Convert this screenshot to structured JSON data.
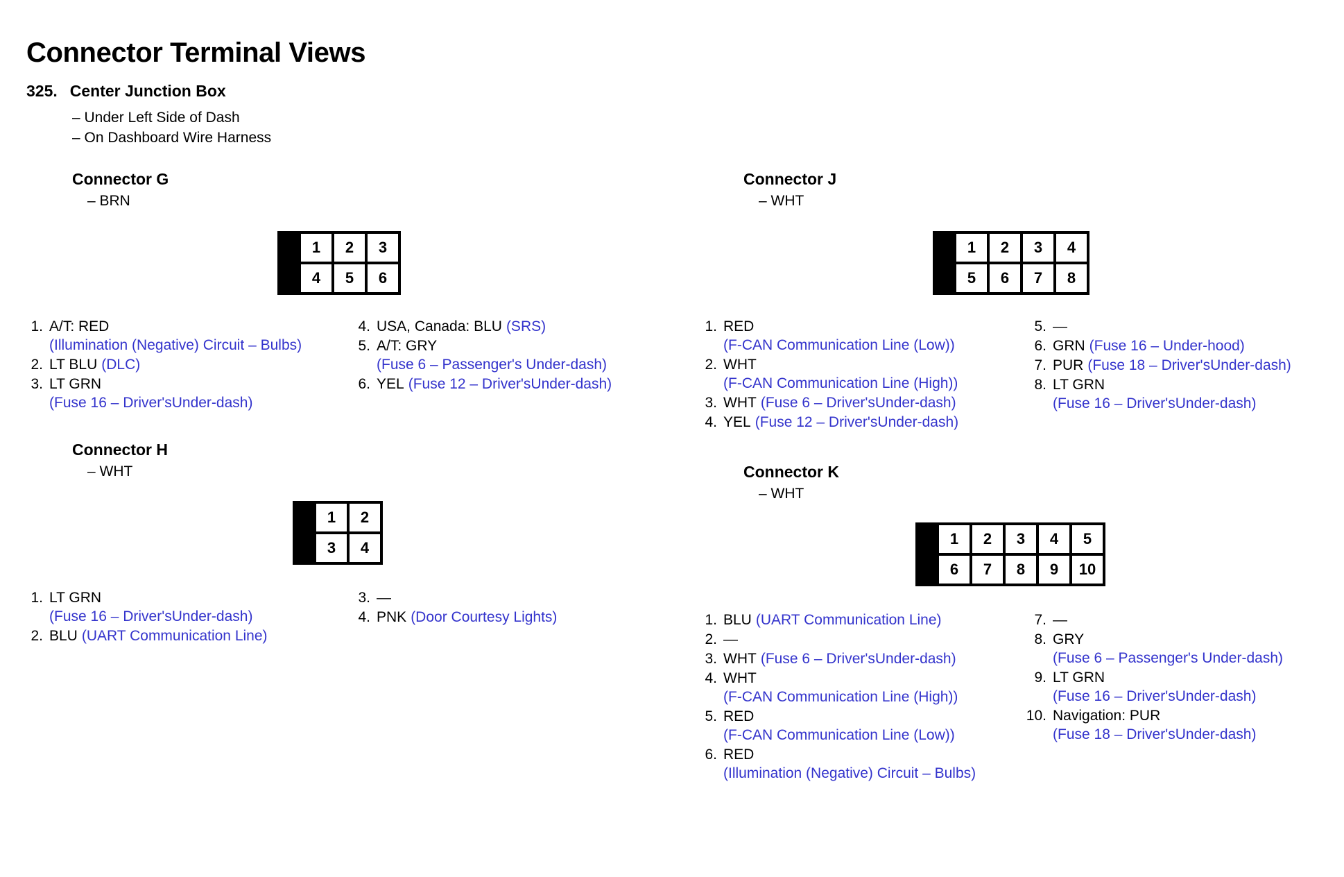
{
  "document": {
    "title": "Connector Terminal Views",
    "section_number": "325.",
    "section_name": "Center Junction Box",
    "locations": [
      "– Under Left Side of Dash",
      "– On Dashboard Wire Harness"
    ]
  },
  "colors": {
    "description_blue": "#3333cc",
    "text_black": "#000000",
    "connector_body": "#000000",
    "page_background": "#ffffff"
  },
  "connectors": {
    "G": {
      "title": "Connector G",
      "color_code": "– BRN",
      "grid": {
        "rows": [
          [
            "1",
            "2",
            "3"
          ],
          [
            "4",
            "5",
            "6"
          ]
        ]
      },
      "pins_left": [
        {
          "num": "1.",
          "main": "A/T: RED",
          "desc": "(Illumination (Negative) Circuit – Bulbs)",
          "inline": false
        },
        {
          "num": "2.",
          "main": "LT BLU",
          "desc": "(DLC)",
          "inline": true
        },
        {
          "num": "3.",
          "main": "LT GRN",
          "desc": "(Fuse 16 – Driver'sUnder-dash)",
          "inline": false
        }
      ],
      "pins_right": [
        {
          "num": "4.",
          "main": "USA, Canada: BLU",
          "desc": "(SRS)",
          "inline": true
        },
        {
          "num": "5.",
          "main": "A/T: GRY",
          "desc": "(Fuse 6 – Passenger's Under-dash)",
          "inline": false
        },
        {
          "num": "6.",
          "main": "YEL",
          "desc": "(Fuse 12 – Driver'sUnder-dash)",
          "inline": true
        }
      ]
    },
    "H": {
      "title": "Connector H",
      "color_code": "– WHT",
      "grid": {
        "rows": [
          [
            "1",
            "2"
          ],
          [
            "3",
            "4"
          ]
        ]
      },
      "pins_left": [
        {
          "num": "1.",
          "main": "LT GRN",
          "desc": "(Fuse 16 – Driver'sUnder-dash)",
          "inline": false
        },
        {
          "num": "2.",
          "main": "BLU",
          "desc": "(UART Communication Line)",
          "inline": true
        }
      ],
      "pins_right": [
        {
          "num": "3.",
          "main": "—",
          "desc": "",
          "inline": true
        },
        {
          "num": "4.",
          "main": "PNK",
          "desc": "(Door Courtesy Lights)",
          "inline": true
        }
      ]
    },
    "J": {
      "title": "Connector J",
      "color_code": "– WHT",
      "grid": {
        "rows": [
          [
            "1",
            "2",
            "3",
            "4"
          ],
          [
            "5",
            "6",
            "7",
            "8"
          ]
        ]
      },
      "pins_left": [
        {
          "num": "1.",
          "main": "RED",
          "desc": "(F-CAN Communication Line (Low))",
          "inline": false
        },
        {
          "num": "2.",
          "main": "WHT",
          "desc": "(F-CAN Communication Line (High))",
          "inline": false
        },
        {
          "num": "3.",
          "main": "WHT",
          "desc": "(Fuse 6 – Driver'sUnder-dash)",
          "inline": true
        },
        {
          "num": "4.",
          "main": "YEL",
          "desc": "(Fuse 12 – Driver'sUnder-dash)",
          "inline": true
        }
      ],
      "pins_right": [
        {
          "num": "5.",
          "main": "—",
          "desc": "",
          "inline": true
        },
        {
          "num": "6.",
          "main": "GRN",
          "desc": "(Fuse 16 – Under-hood)",
          "inline": true
        },
        {
          "num": "7.",
          "main": "PUR",
          "desc": "(Fuse 18 – Driver'sUnder-dash)",
          "inline": true
        },
        {
          "num": "8.",
          "main": "LT GRN",
          "desc": "(Fuse 16 – Driver'sUnder-dash)",
          "inline": false
        }
      ]
    },
    "K": {
      "title": "Connector K",
      "color_code": "– WHT",
      "grid": {
        "rows": [
          [
            "1",
            "2",
            "3",
            "4",
            "5"
          ],
          [
            "6",
            "7",
            "8",
            "9",
            "10"
          ]
        ]
      },
      "pins_left": [
        {
          "num": "1.",
          "main": "BLU",
          "desc": "(UART Communication Line)",
          "inline": true
        },
        {
          "num": "2.",
          "main": "—",
          "desc": "",
          "inline": true
        },
        {
          "num": "3.",
          "main": "WHT",
          "desc": "(Fuse 6 – Driver'sUnder-dash)",
          "inline": true
        },
        {
          "num": "4.",
          "main": "WHT",
          "desc": "(F-CAN Communication Line (High))",
          "inline": false
        },
        {
          "num": "5.",
          "main": "RED",
          "desc": "(F-CAN Communication Line (Low))",
          "inline": false
        },
        {
          "num": "6.",
          "main": "RED",
          "desc": "(Illumination (Negative) Circuit – Bulbs)",
          "inline": false
        }
      ],
      "pins_right": [
        {
          "num": "7.",
          "main": "—",
          "desc": "",
          "inline": true
        },
        {
          "num": "8.",
          "main": "GRY",
          "desc": "(Fuse 6 – Passenger's Under-dash)",
          "inline": false
        },
        {
          "num": "9.",
          "main": "LT GRN",
          "desc": "(Fuse 16 – Driver'sUnder-dash)",
          "inline": false
        },
        {
          "num": "10.",
          "main": "Navigation: PUR",
          "desc": "(Fuse 18 – Driver'sUnder-dash)",
          "inline": false
        }
      ]
    }
  }
}
